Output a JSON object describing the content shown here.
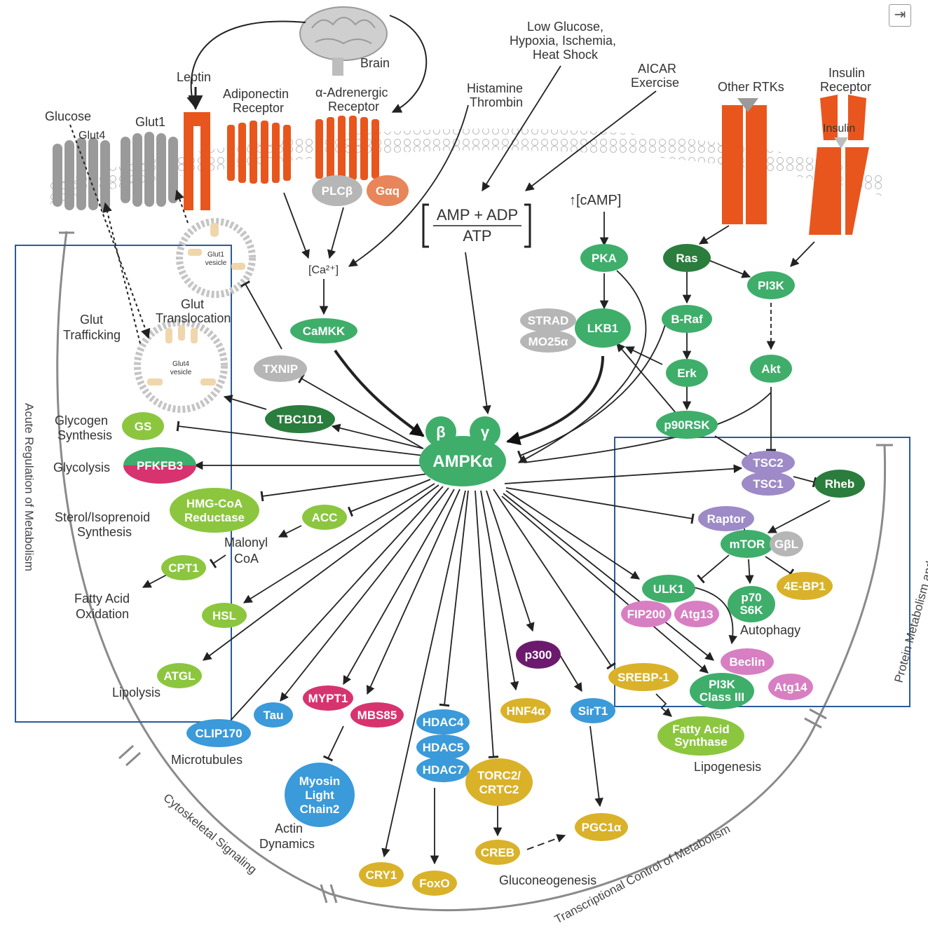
{
  "toolbar": {
    "exit_icon": "exit-icon"
  },
  "colors": {
    "receptor": "#e8561e",
    "gray_node": "#b6b6b6",
    "green": "#3fae6b",
    "dark_green": "#2a7d3c",
    "light_green": "#8cc63f",
    "purple": "#9d8ac7",
    "pink": "#d77fc2",
    "magenta": "#d7336f",
    "blue": "#3b9ad9",
    "yellow": "#d9b22a",
    "dark_purple": "#6b1a6e",
    "box_border": "#2a5b9c"
  },
  "labels": {
    "brain": "Brain",
    "leptin": "Leptin",
    "adiponectin": [
      "Adiponectin",
      "Receptor"
    ],
    "alpha_adrenergic": [
      "α-Adrenergic",
      "Receptor"
    ],
    "glucose": "Glucose",
    "glut4": "Glut4",
    "glut1": "Glut1",
    "histamine": [
      "Histamine",
      "Thrombin"
    ],
    "low_glucose": [
      "Low Glucose,",
      "Hypoxia, Ischemia,",
      "Heat Shock"
    ],
    "aicar": [
      "AICAR",
      "Exercise"
    ],
    "other_rtks": "Other RTKs",
    "insulin_receptor": [
      "Insulin",
      "Receptor"
    ],
    "insulin": "Insulin",
    "amp_adp": "AMP + ADP",
    "atp": "ATP",
    "camp": "↑[cAMP]",
    "ca": "[Ca²⁺]",
    "glut1_vesicle": [
      "Glut1",
      "vesicle"
    ],
    "glut4_vesicle": [
      "Glut4",
      "vesicle"
    ],
    "glut_translocation": [
      "Glut",
      "Translocation"
    ],
    "glut_trafficking": [
      "Glut",
      "Trafficking"
    ],
    "glycogen_synthesis": [
      "Glycogen",
      "Synthesis"
    ],
    "glycolysis": "Glycolysis",
    "sterol": [
      "Sterol/Isoprenoid",
      "Synthesis"
    ],
    "malonyl": [
      "Malonyl",
      "CoA"
    ],
    "fatty_acid_oxidation": [
      "Fatty Acid",
      "Oxidation"
    ],
    "lipolysis": "Lipolysis",
    "microtubules": "Microtubules",
    "actin_dynamics": [
      "Actin",
      "Dynamics"
    ],
    "gluconeogenesis": "Gluconeogenesis",
    "lipogenesis": "Lipogenesis",
    "autophagy": "Autophagy"
  },
  "regions": {
    "acute": "Acute Regulation of Metabolism",
    "protein": "Protein Metabolism and Autophagy",
    "cytoskeletal": "Cytoskeletal Signaling",
    "transcriptional": "Transcriptional Control of Metabolism"
  },
  "nodes": {
    "plcb": "PLCβ",
    "gaq": "Gαq",
    "camkk": "CaMKK",
    "pka": "PKA",
    "strad": "STRAD",
    "mo25": "MO25α",
    "lkb1": "LKB1",
    "ras": "Ras",
    "braf": "B-Raf",
    "erk": "Erk",
    "p90rsk": "p90RSK",
    "pi3k": "PI3K",
    "akt": "Akt",
    "txnip": "TXNIP",
    "tbc1d1": "TBC1D1",
    "beta": "β",
    "gamma": "γ",
    "ampk": "AMPKα",
    "gs": "GS",
    "pfkfb3": "PFKFB3",
    "hmgcoa": [
      "HMG-CoA",
      "Reductase"
    ],
    "acc": "ACC",
    "cpt1": "CPT1",
    "hsl": "HSL",
    "atgl": "ATGL",
    "tsc2": "TSC2",
    "tsc1": "TSC1",
    "rheb": "Rheb",
    "raptor": "Raptor",
    "mtor": "mTOR",
    "gbl": "GβL",
    "ulk1": "ULK1",
    "fip200": "FIP200",
    "atg13": "Atg13",
    "p70s6k": [
      "p70",
      "S6K"
    ],
    "ebp1": "4E-BP1",
    "beclin": "Beclin",
    "pi3k3": [
      "PI3K",
      "Class III"
    ],
    "atg14": "Atg14",
    "p300": "p300",
    "srebp1": "SREBP-1",
    "fas": [
      "Fatty Acid",
      "Synthase"
    ],
    "clip170": "CLIP170",
    "tau": "Tau",
    "mypt1": "MYPT1",
    "mbs85": "MBS85",
    "mlc2": [
      "Myosin",
      "Light",
      "Chain2"
    ],
    "hdac4": "HDAC4",
    "hdac5": "HDAC5",
    "hdac7": "HDAC7",
    "hnf4a": "HNF4α",
    "sirt1": "SirT1",
    "torc2": [
      "TORC2/",
      "CRTC2"
    ],
    "creb": "CREB",
    "pgc1a": "PGC1α",
    "cry1": "CRY1",
    "foxo": "FoxO"
  }
}
